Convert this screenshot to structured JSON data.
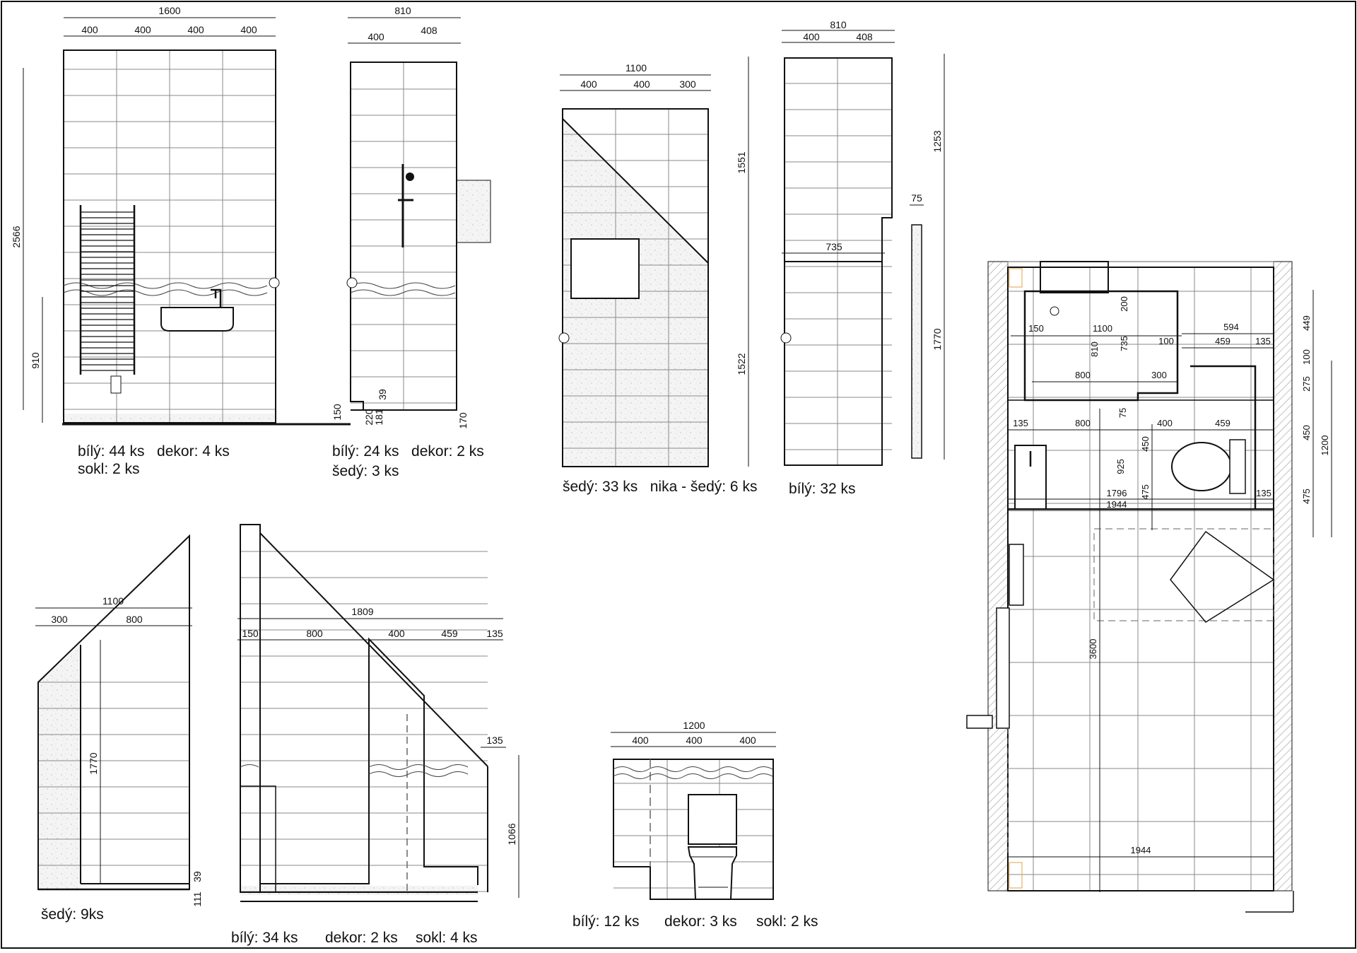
{
  "colors": {
    "line": "#111111",
    "grid": "#8a8a8a",
    "speckle": "#f1f1f1",
    "border": "#111111",
    "accent": "#e0a04a"
  },
  "elev1": {
    "d_total": "1600",
    "d_parts": [
      "400",
      "400",
      "400",
      "400"
    ],
    "d_height": "2566",
    "d_rad": "910",
    "cap1": "bílý: 44 ks   dekor: 4 ks",
    "cap2": "sokl: 2 ks"
  },
  "elev2": {
    "d_total": "810",
    "d_parts": [
      "400",
      "408"
    ],
    "d_small": [
      "150",
      "220",
      "181",
      "39",
      "170"
    ],
    "cap1": "bílý: 24 ks   dekor: 2 ks",
    "cap2": "šedý: 3 ks"
  },
  "elev3": {
    "d_total": "1100",
    "d_parts": [
      "400",
      "400",
      "300"
    ],
    "d_h1": "1551",
    "d_h2": "1522",
    "cap1": "šedý: 33 ks   nika - šedý: 6 ks"
  },
  "elev4": {
    "d_total": "810",
    "d_parts": [
      "400",
      "408"
    ],
    "d_mid": "735",
    "d_h1": "1253",
    "d_h2": "1770",
    "d_side": "75",
    "cap1": "bílý: 32 ks"
  },
  "elev5": {
    "d_total": "1100",
    "d_parts": [
      "300",
      "800"
    ],
    "d_h": "1770",
    "d_small": [
      "39",
      "111"
    ],
    "cap1": "šedý: 9ks"
  },
  "elev6": {
    "d_total": "1809",
    "d_parts": [
      "150",
      "800",
      "400",
      "459",
      "135"
    ],
    "d_small": "135",
    "d_h": "1066",
    "cap1": "bílý: 34 ks",
    "cap2": "dekor: 2 ks",
    "cap3": "sokl: 4 ks"
  },
  "elev7": {
    "d_total": "1200",
    "d_parts": [
      "400",
      "400",
      "400"
    ],
    "cap1": "bílý: 12 ks",
    "cap2": "dekor: 3 ks",
    "cap3": "sokl: 2 ks"
  },
  "plan": {
    "d_top": [
      "150",
      "1100",
      "200",
      "735",
      "810",
      "100",
      "594",
      "459",
      "135"
    ],
    "d_mid": [
      "800",
      "300",
      "75"
    ],
    "d_row": [
      "135",
      "800",
      "400",
      "459"
    ],
    "d_vert": [
      "450",
      "925",
      "475"
    ],
    "d_bottom_row": [
      "1796",
      "1944",
      "135"
    ],
    "d_right": [
      "449",
      "100",
      "275",
      "450",
      "1200",
      "475"
    ],
    "d_long": "3600",
    "d_base": "1944"
  }
}
